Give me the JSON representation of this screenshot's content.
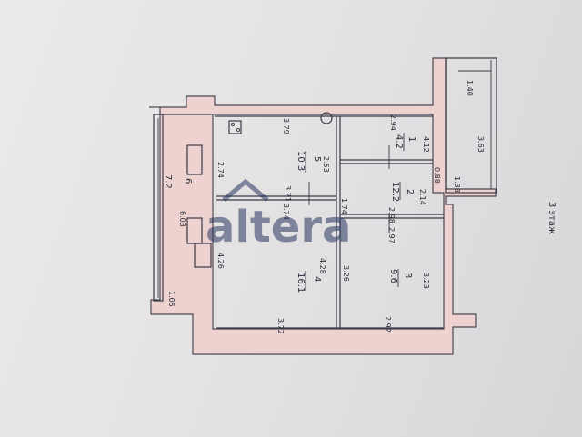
{
  "floor_label": "3 этаж",
  "watermark": "altera",
  "dimensions": {
    "d_3_79": "3.79",
    "d_2_94": "2.94",
    "d_1_40": "1.40",
    "d_4_12": "4.12",
    "d_3_63": "3.63",
    "d_2_74": "2.74",
    "d_2_53": "2.53",
    "d_0_88": "0.88",
    "d_1_38": "1.38",
    "d_2_14": "2.14",
    "d_3_21": "3.21",
    "d_3_74": "3.74",
    "d_2_98": "2.98",
    "d_2_97": "2.97",
    "d_1_74": "1.74",
    "d_6_03": "6.03",
    "d_7_2": "7.2",
    "d_4_26": "4.26",
    "d_4_28": "4.28",
    "d_3_26": "3.26",
    "d_3_23": "3.23",
    "d_1_05": "1.05",
    "d_3_72": "3.72",
    "d_2_92": "2.92"
  },
  "rooms": [
    {
      "number": "1",
      "area": "4.2"
    },
    {
      "number": "2",
      "area": "12.2"
    },
    {
      "number": "3",
      "area": "9.6"
    },
    {
      "number": "4",
      "area": "16.1"
    },
    {
      "number": "5",
      "area": "10.3"
    },
    {
      "number": "6",
      "area": ""
    }
  ],
  "colors": {
    "wall_fill": "#edd2cf",
    "line": "#3a3a48",
    "watermark": "#26345e"
  }
}
